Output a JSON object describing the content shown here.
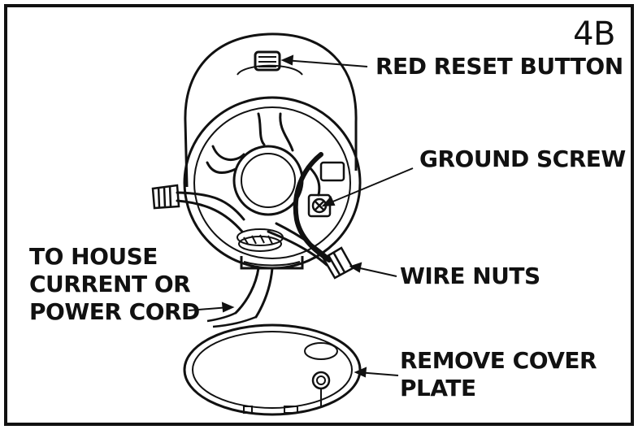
{
  "figure_number": "4B",
  "callouts": {
    "reset": "RED RESET BUTTON",
    "ground": "GROUND SCREW",
    "to_house_line1": "TO HOUSE",
    "to_house_line2": "CURRENT OR",
    "to_house_line3": "POWER CORD",
    "wire_nuts": "WIRE NUTS",
    "cover_line1": "REMOVE COVER",
    "cover_line2": "PLATE"
  },
  "colors": {
    "ink": "#111111",
    "background": "#ffffff"
  }
}
